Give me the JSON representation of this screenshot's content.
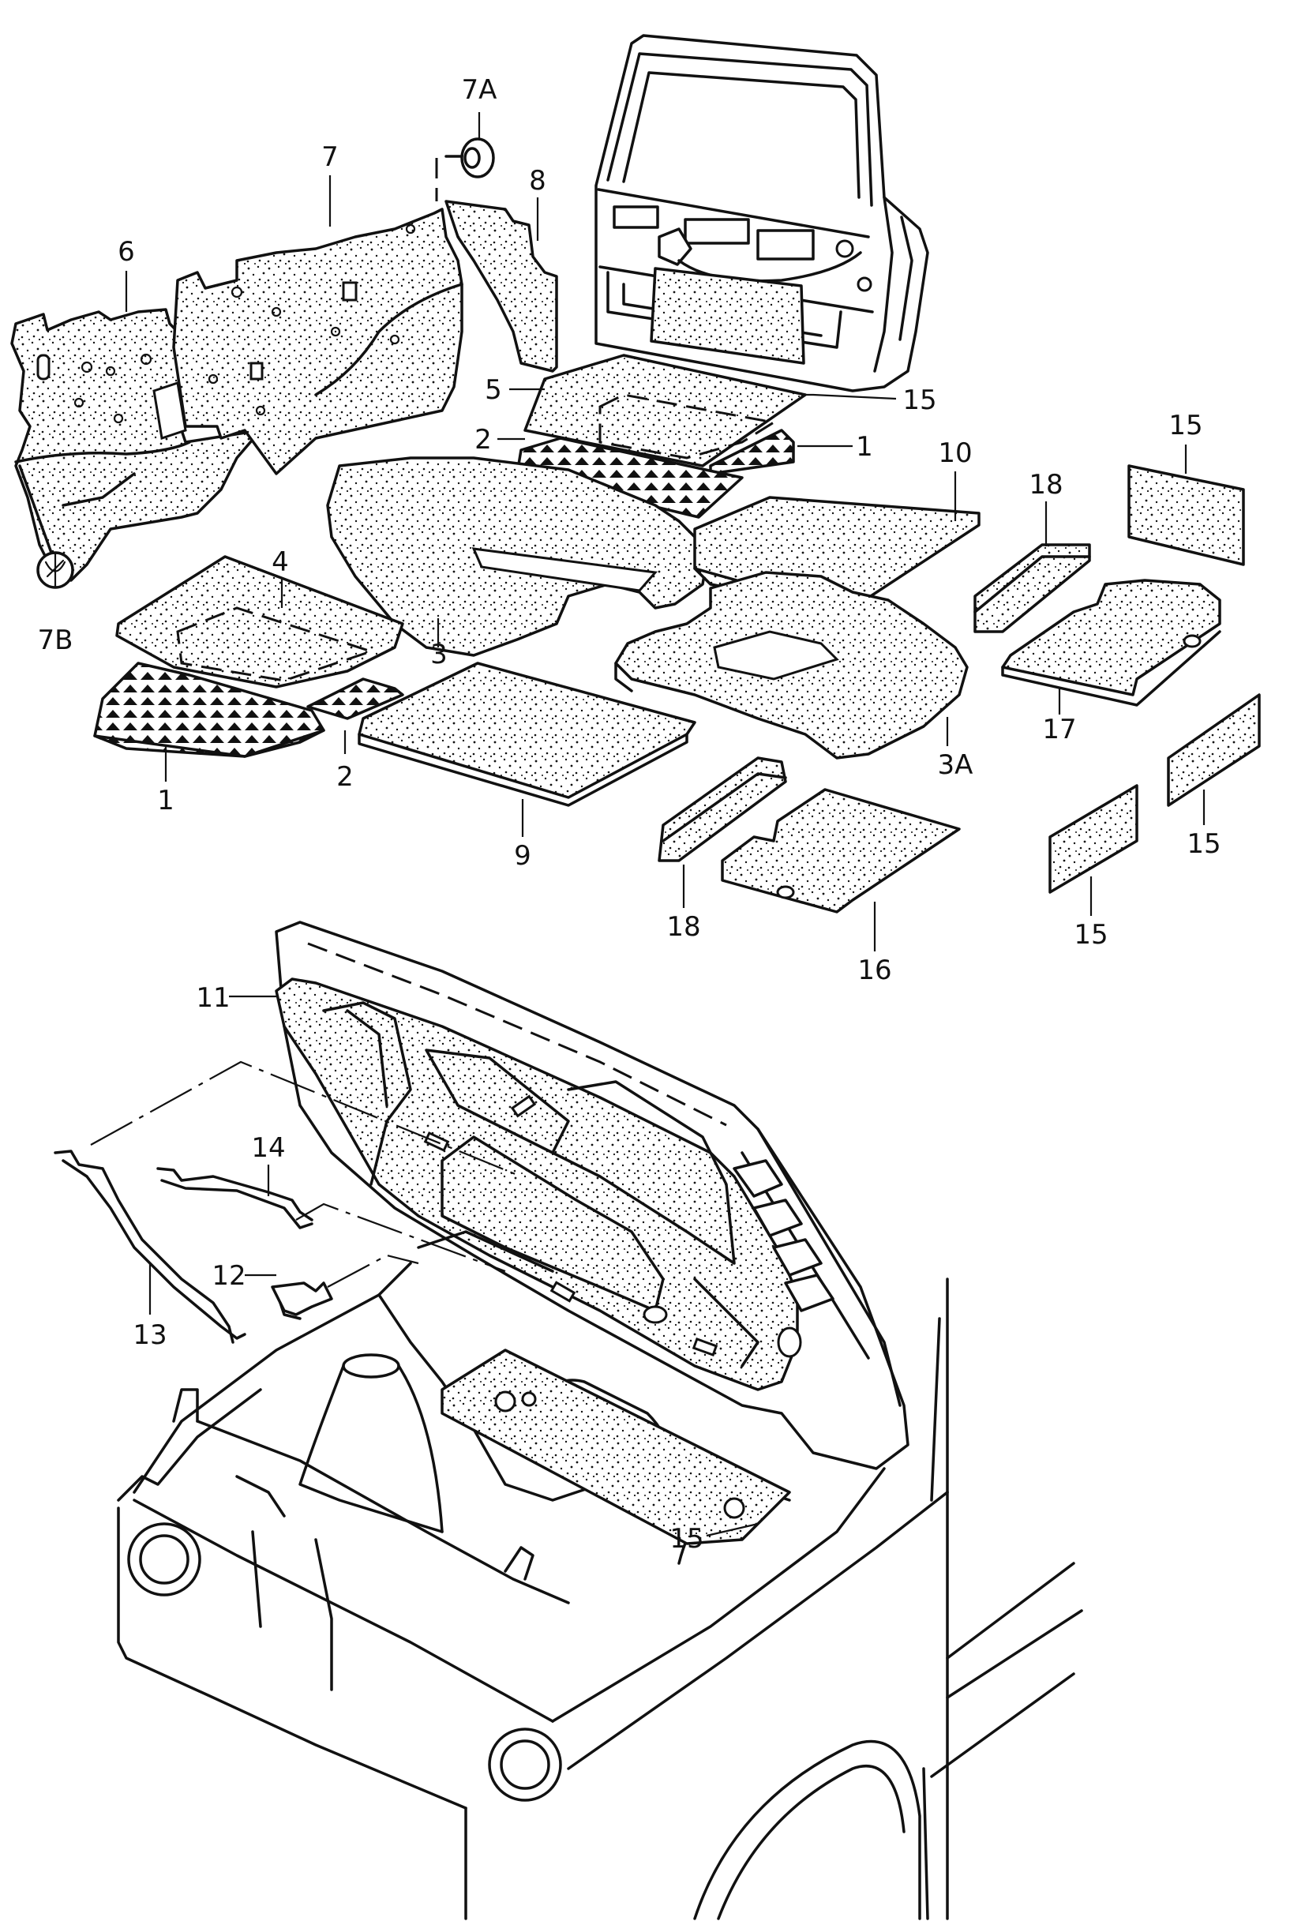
{
  "callouts": {
    "c1a": "1",
    "c1b": "1",
    "c2a": "2",
    "c2b": "2",
    "c3": "3",
    "c3a": "3A",
    "c4": "4",
    "c5": "5",
    "c6": "6",
    "c7": "7",
    "c7a": "7A",
    "c7b": "7B",
    "c8": "8",
    "c9": "9",
    "c10": "10",
    "c11": "11",
    "c12": "12",
    "c13": "13",
    "c14": "14",
    "c15a": "15",
    "c15b": "15",
    "c15c": "15",
    "c15d": "15",
    "c15e": "15",
    "c16": "16",
    "c17": "17",
    "c18a": "18",
    "c18b": "18"
  }
}
